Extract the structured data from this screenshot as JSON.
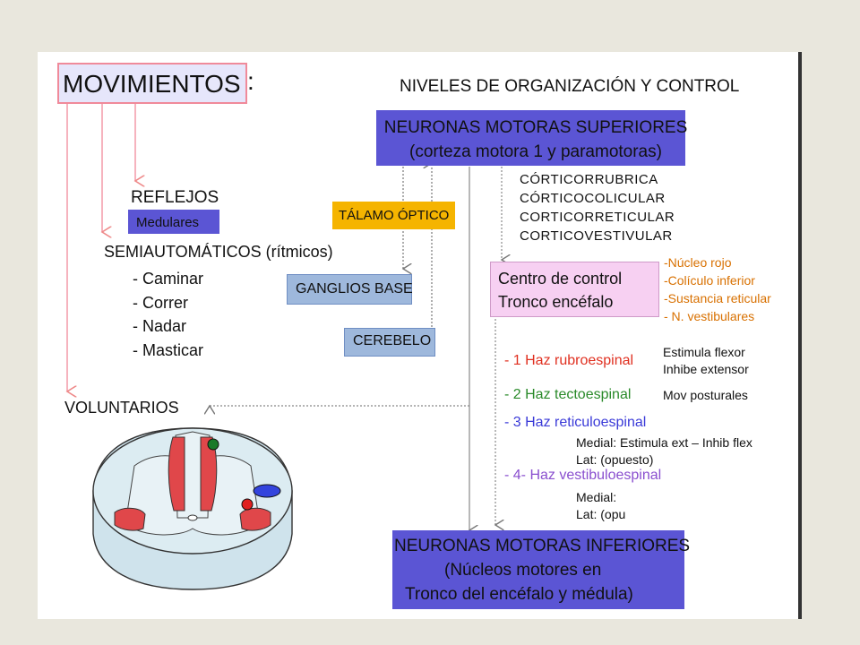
{
  "title": "MOVIMIENTOS",
  "title_colon": ":",
  "heading": "NIVELES DE ORGANIZACIÓN Y CONTROL",
  "upper_motor": {
    "line1": "NEURONAS MOTORAS SUPERIORES",
    "line2": "(corteza motora 1 y paramotoras)"
  },
  "tracts_from_cortex": [
    "CÓRTICORRUBRICA",
    "CÓRTICOCOLICULAR",
    "CORTICORRETICULAR",
    "CORTICOVESTIVULAR"
  ],
  "reflejos": "REFLEJOS",
  "medulares": "Medulares",
  "semiautomaticos": "SEMIAUTOMÁTICOS (rítmicos)",
  "rhythmic": [
    "- Caminar",
    "- Correr",
    "- Nadar",
    "- Masticar"
  ],
  "voluntarios": "VOLUNTARIOS",
  "talamo": "TÁLAMO ÓPTICO",
  "ganglios": "GANGLIOS BASE",
  "cerebelo": "CEREBELO",
  "control_center": {
    "line1": "Centro de control",
    "line2": "Tronco encéfalo"
  },
  "nuclei": [
    "-Núcleo rojo",
    "-Colículo inferior",
    "-Sustancia reticular",
    "- N. vestibulares"
  ],
  "haz": [
    {
      "label": "- 1 Haz rubroespinal",
      "color": "#e03020",
      "effect1": "Estimula flexor",
      "effect2": "Inhibe extensor"
    },
    {
      "label": "- 2 Haz tectoespinal",
      "color": "#2a8a2a",
      "effect1": "Mov posturales",
      "effect2": ""
    },
    {
      "label": "- 3 Haz reticuloespinal",
      "color": "#3a3ad8",
      "effect1": "Medial:  Estimula  ext – Inhib flex",
      "effect2": "Lat: (opuesto)"
    },
    {
      "label": "- 4- Haz vestibuloespinal",
      "color": "#8a4fcf",
      "effect1": "Medial:",
      "effect2": "Lat: (opu"
    }
  ],
  "lower_motor": {
    "line1": "NEURONAS MOTORAS INFERIORES",
    "line2": "(Núcleos motores en",
    "line3": "Tronco del encéfalo y médula)"
  },
  "colors": {
    "box_blue": "#5b55d4",
    "box_orange": "#f5b400",
    "box_light_blue": "#9eb8dc",
    "box_pink": "#f7d0f2",
    "arrow_red": "#f08a9a",
    "nuclei_orange": "#d87000"
  }
}
